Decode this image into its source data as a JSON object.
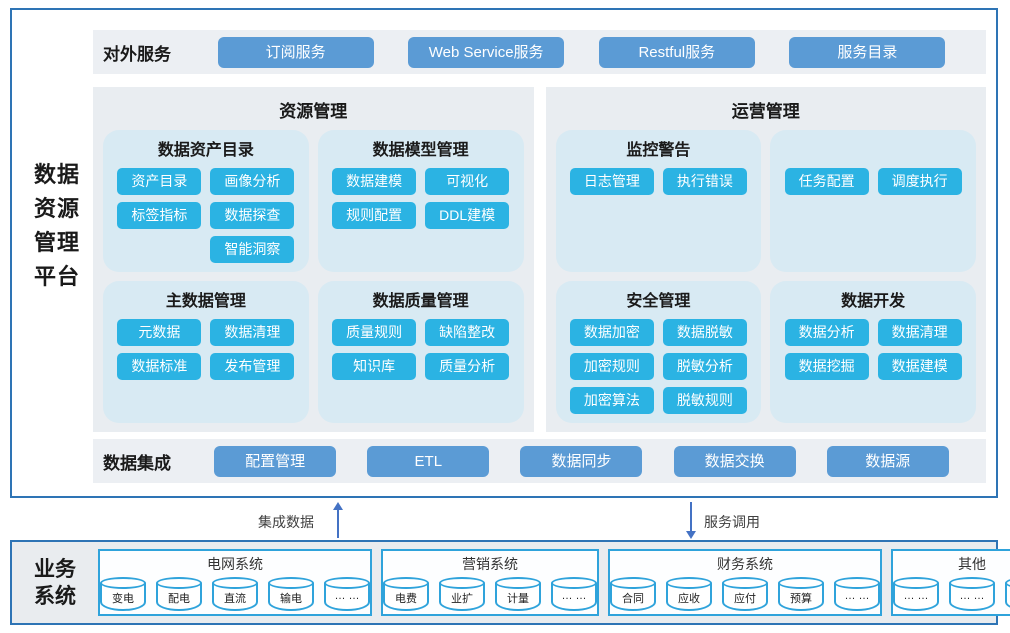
{
  "platform": {
    "title": "数据资源管理平台"
  },
  "external_services": {
    "label": "对外服务",
    "buttons": [
      "订阅服务",
      "Web Service服务",
      "Restful服务",
      "服务目录"
    ]
  },
  "resource_management": {
    "title": "资源管理",
    "panels": [
      {
        "title": "数据资产目录",
        "rows": [
          [
            "资产目录",
            "画像分析"
          ],
          [
            "标签指标",
            "数据探查"
          ],
          [
            "",
            "智能洞察"
          ]
        ]
      },
      {
        "title": "数据模型管理",
        "rows": [
          [
            "数据建模",
            "可视化"
          ],
          [
            "规则配置",
            "DDL建模"
          ]
        ]
      },
      {
        "title": "主数据管理",
        "rows": [
          [
            "元数据",
            "数据清理"
          ],
          [
            "数据标准",
            "发布管理"
          ]
        ]
      },
      {
        "title": "数据质量管理",
        "rows": [
          [
            "质量规则",
            "缺陷整改"
          ],
          [
            "知识库",
            "质量分析"
          ]
        ]
      }
    ]
  },
  "operation_management": {
    "title": "运营管理",
    "panels": [
      {
        "title": "监控警告",
        "rows": [
          [
            "日志管理",
            "执行错误"
          ]
        ]
      },
      {
        "title": "",
        "rows": [
          [
            "任务配置",
            "调度执行"
          ]
        ]
      },
      {
        "title": "安全管理",
        "rows": [
          [
            "数据加密",
            "数据脱敏"
          ],
          [
            "加密规则",
            "脱敏分析"
          ],
          [
            "加密算法",
            "脱敏规则"
          ]
        ]
      },
      {
        "title": "数据开发",
        "rows": [
          [
            "数据分析",
            "数据清理"
          ],
          [
            "数据挖掘",
            "数据建模"
          ]
        ]
      }
    ]
  },
  "data_integration": {
    "label": "数据集成",
    "buttons": [
      "配置管理",
      "ETL",
      "数据同步",
      "数据交换",
      "数据源"
    ]
  },
  "flows": {
    "up_label": "集成数据",
    "down_label": "服务调用"
  },
  "business_systems": {
    "label": "业务系统",
    "groups": [
      {
        "title": "电网系统",
        "items": [
          "变电",
          "配电",
          "直流",
          "输电",
          "… …"
        ]
      },
      {
        "title": "营销系统",
        "items": [
          "电费",
          "业扩",
          "计量",
          "… …"
        ]
      },
      {
        "title": "财务系统",
        "items": [
          "合同",
          "应收",
          "应付",
          "预算",
          "… …"
        ]
      },
      {
        "title": "其他",
        "items": [
          "… …",
          "… …",
          "… …"
        ]
      }
    ]
  },
  "icons": {
    "arrow_up": "arrow-up-icon",
    "arrow_down": "arrow-down-icon",
    "cylinder": "database-cylinder-icon"
  },
  "colors": {
    "border_blue": "#2E74B5",
    "steel_button": "#5B9BD5",
    "cyan_button": "#2BB3E3",
    "subpanel_bg": "#D8EAF3",
    "panel_bg": "#E9EDF1",
    "row_bg": "#ECEFF3",
    "arrow_blue": "#4472C4",
    "group_border": "#2FA3DB"
  }
}
